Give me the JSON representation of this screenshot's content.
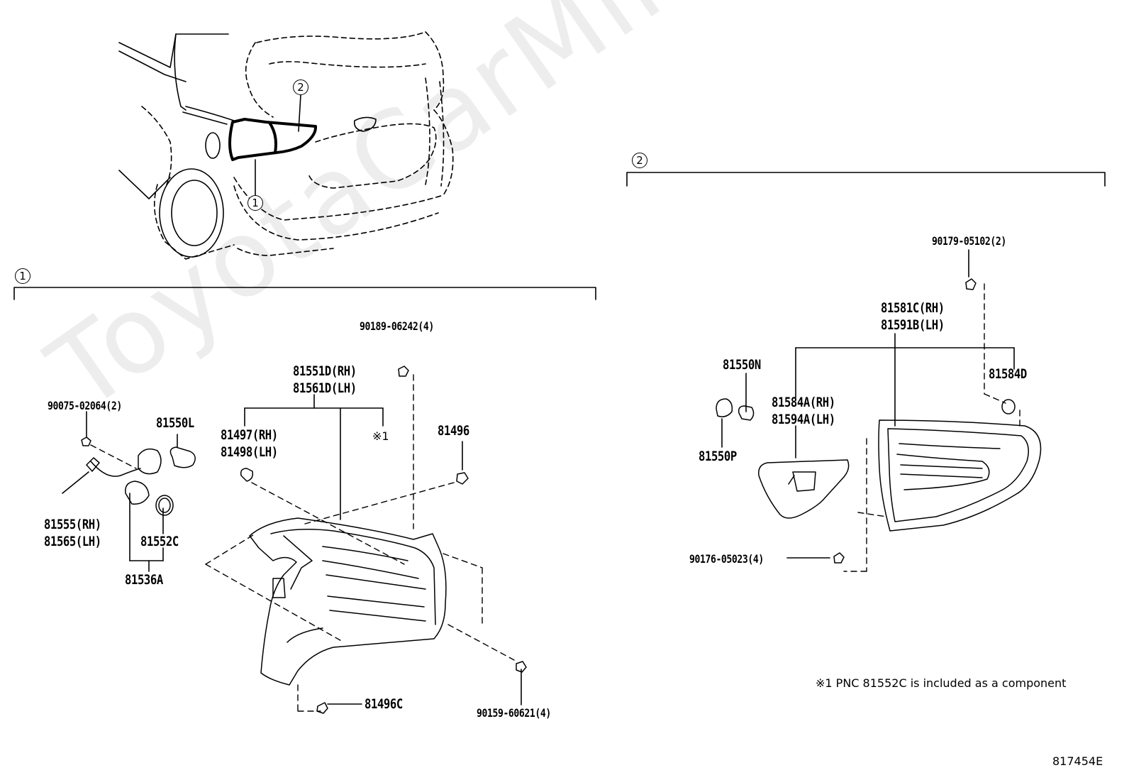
{
  "watermark": "ToyotaCarMine.ru",
  "callouts": {
    "one": "1",
    "two": "2"
  },
  "section1": {
    "labels": {
      "p90189": "90189-06242(4)",
      "p81551d": "81551D(RH)",
      "p81561d": "81561D(LH)",
      "p90075": "90075-02064(2)",
      "p81550l": "81550L",
      "p81497": "81497(RH)",
      "p81498": "81498(LH)",
      "mark1": "※1",
      "p81496": "81496",
      "p81555": "81555(RH)",
      "p81565": "81565(LH)",
      "p81552c": "81552C",
      "p81536a": "81536A",
      "p81496c": "81496C",
      "p90159": "90159-60621(4)"
    }
  },
  "section2": {
    "labels": {
      "p90179": "90179-05102(2)",
      "p81581c": "81581C(RH)",
      "p81591b": "81591B(LH)",
      "p81550n": "81550N",
      "p81584d": "81584D",
      "p81584a": "81584A(RH)",
      "p81594a": "81594A(LH)",
      "p81550p": "81550P",
      "p90176": "90176-05023(4)"
    }
  },
  "footnote": "※1 PNC 81552C is included as a component",
  "illustration_id": "817454E"
}
